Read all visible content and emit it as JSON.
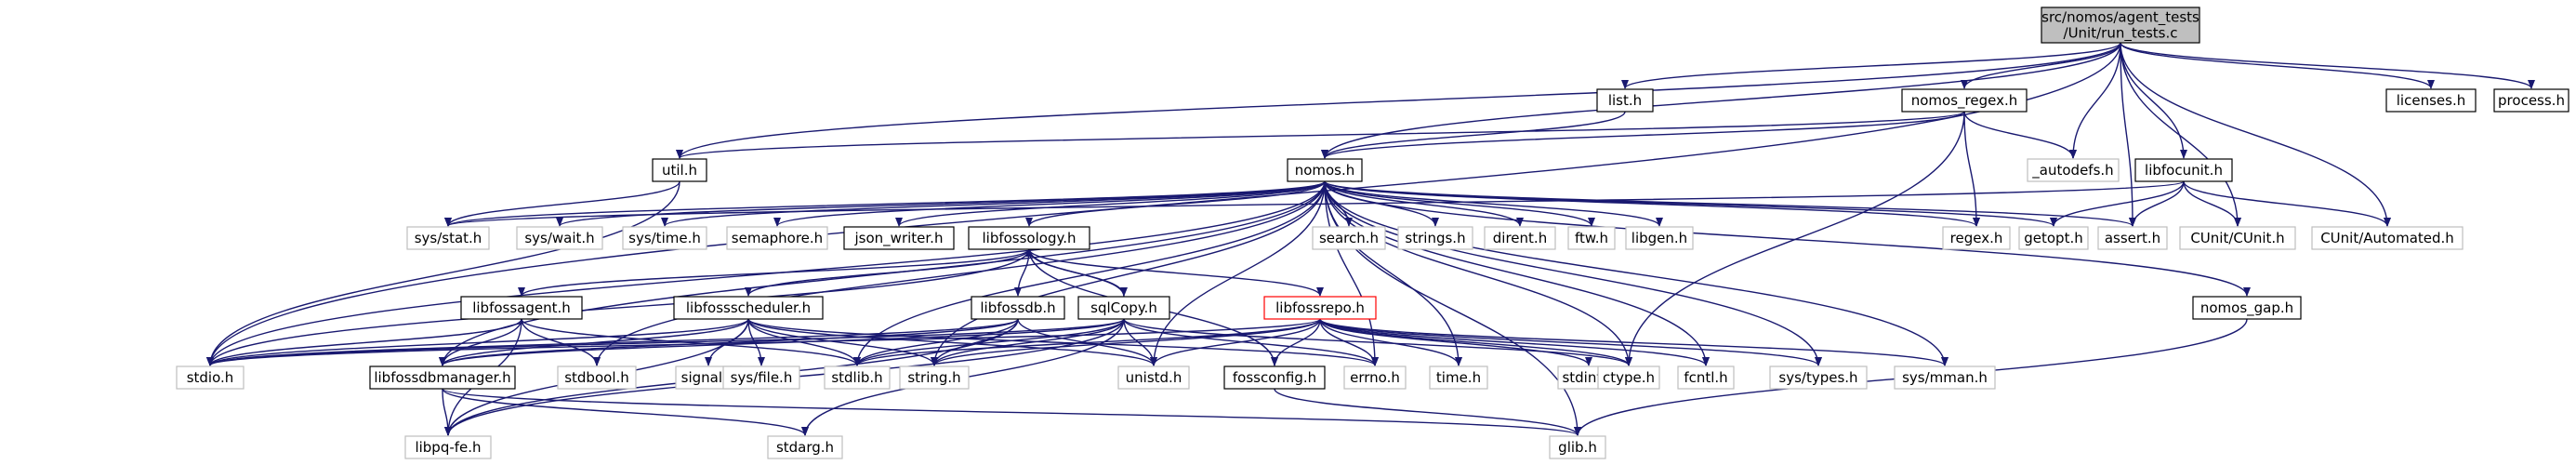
{
  "colors": {
    "edge": "#191970",
    "root_fill": "#bfbfbf",
    "root_border": "#000000",
    "node_border": "#000000",
    "external_border": "#bfbfbf",
    "highlight_border": "#ff0000",
    "background": "#ffffff"
  },
  "nodes": [
    {
      "id": "root",
      "label": "src/nomos/agent_tests\n/Unit/run_tests.c",
      "kind": "root"
    },
    {
      "id": "licenses",
      "label": "licenses.h",
      "kind": "local"
    },
    {
      "id": "process",
      "label": "process.h",
      "kind": "local"
    },
    {
      "id": "list",
      "label": "list.h",
      "kind": "local"
    },
    {
      "id": "nomos_regex",
      "label": "nomos_regex.h",
      "kind": "local"
    },
    {
      "id": "autodefs",
      "label": "_autodefs.h",
      "kind": "external"
    },
    {
      "id": "util",
      "label": "util.h",
      "kind": "local"
    },
    {
      "id": "nomos",
      "label": "nomos.h",
      "kind": "local"
    },
    {
      "id": "libfocunit",
      "label": "libfocunit.h",
      "kind": "local"
    },
    {
      "id": "sys_stat",
      "label": "sys/stat.h",
      "kind": "external"
    },
    {
      "id": "sys_wait",
      "label": "sys/wait.h",
      "kind": "external"
    },
    {
      "id": "sys_time",
      "label": "sys/time.h",
      "kind": "external"
    },
    {
      "id": "semaphore",
      "label": "semaphore.h",
      "kind": "external"
    },
    {
      "id": "json_writer",
      "label": "json_writer.h",
      "kind": "local"
    },
    {
      "id": "libfossology",
      "label": "libfossology.h",
      "kind": "local"
    },
    {
      "id": "search",
      "label": "search.h",
      "kind": "external"
    },
    {
      "id": "strings",
      "label": "strings.h",
      "kind": "external"
    },
    {
      "id": "dirent",
      "label": "dirent.h",
      "kind": "external"
    },
    {
      "id": "ftw",
      "label": "ftw.h",
      "kind": "external"
    },
    {
      "id": "libgen",
      "label": "libgen.h",
      "kind": "external"
    },
    {
      "id": "regex",
      "label": "regex.h",
      "kind": "external"
    },
    {
      "id": "getopt",
      "label": "getopt.h",
      "kind": "external"
    },
    {
      "id": "assert",
      "label": "assert.h",
      "kind": "external"
    },
    {
      "id": "cunit",
      "label": "CUnit/CUnit.h",
      "kind": "external"
    },
    {
      "id": "cunit_auto",
      "label": "CUnit/Automated.h",
      "kind": "external"
    },
    {
      "id": "libfossagent",
      "label": "libfossagent.h",
      "kind": "local"
    },
    {
      "id": "libfossscheduler",
      "label": "libfossscheduler.h",
      "kind": "local"
    },
    {
      "id": "libfossdb",
      "label": "libfossdb.h",
      "kind": "local"
    },
    {
      "id": "sqlcopy",
      "label": "sqlCopy.h",
      "kind": "local"
    },
    {
      "id": "libfossrepo",
      "label": "libfossrepo.h",
      "kind": "highlight"
    },
    {
      "id": "nomos_gap",
      "label": "nomos_gap.h",
      "kind": "local"
    },
    {
      "id": "stdio",
      "label": "stdio.h",
      "kind": "external"
    },
    {
      "id": "libfossdbmanager",
      "label": "libfossdbmanager.h",
      "kind": "local"
    },
    {
      "id": "stdbool",
      "label": "stdbool.h",
      "kind": "external"
    },
    {
      "id": "signal",
      "label": "signal.h",
      "kind": "external"
    },
    {
      "id": "sys_file",
      "label": "sys/file.h",
      "kind": "external"
    },
    {
      "id": "stdlib",
      "label": "stdlib.h",
      "kind": "external"
    },
    {
      "id": "string",
      "label": "string.h",
      "kind": "external"
    },
    {
      "id": "unistd",
      "label": "unistd.h",
      "kind": "external"
    },
    {
      "id": "fossconfig",
      "label": "fossconfig.h",
      "kind": "local"
    },
    {
      "id": "errno",
      "label": "errno.h",
      "kind": "external"
    },
    {
      "id": "time",
      "label": "time.h",
      "kind": "external"
    },
    {
      "id": "stdint",
      "label": "stdint.h",
      "kind": "external"
    },
    {
      "id": "ctype",
      "label": "ctype.h",
      "kind": "external"
    },
    {
      "id": "fcntl",
      "label": "fcntl.h",
      "kind": "external"
    },
    {
      "id": "sys_types",
      "label": "sys/types.h",
      "kind": "external"
    },
    {
      "id": "sys_mman",
      "label": "sys/mman.h",
      "kind": "external"
    },
    {
      "id": "libpq",
      "label": "libpq-fe.h",
      "kind": "external"
    },
    {
      "id": "stdarg",
      "label": "stdarg.h",
      "kind": "external"
    },
    {
      "id": "glib",
      "label": "glib.h",
      "kind": "external"
    }
  ],
  "edges": [
    [
      "root",
      "stdio"
    ],
    [
      "root",
      "list"
    ],
    [
      "root",
      "util"
    ],
    [
      "root",
      "nomos"
    ],
    [
      "root",
      "nomos_regex"
    ],
    [
      "root",
      "autodefs"
    ],
    [
      "root",
      "libfocunit"
    ],
    [
      "root",
      "assert"
    ],
    [
      "root",
      "cunit"
    ],
    [
      "root",
      "cunit_auto"
    ],
    [
      "root",
      "licenses"
    ],
    [
      "root",
      "process"
    ],
    [
      "list",
      "nomos"
    ],
    [
      "nomos_regex",
      "util"
    ],
    [
      "nomos_regex",
      "nomos"
    ],
    [
      "nomos_regex",
      "autodefs"
    ],
    [
      "nomos_regex",
      "regex"
    ],
    [
      "nomos_regex",
      "ctype"
    ],
    [
      "util",
      "sys_stat"
    ],
    [
      "util",
      "stdio"
    ],
    [
      "nomos",
      "stdio"
    ],
    [
      "nomos",
      "sys_stat"
    ],
    [
      "nomos",
      "sys_wait"
    ],
    [
      "nomos",
      "sys_time"
    ],
    [
      "nomos",
      "semaphore"
    ],
    [
      "nomos",
      "json_writer"
    ],
    [
      "nomos",
      "libfossology"
    ],
    [
      "nomos",
      "search"
    ],
    [
      "nomos",
      "strings"
    ],
    [
      "nomos",
      "dirent"
    ],
    [
      "nomos",
      "ftw"
    ],
    [
      "nomos",
      "libgen"
    ],
    [
      "nomos",
      "regex"
    ],
    [
      "nomos",
      "getopt"
    ],
    [
      "nomos",
      "assert"
    ],
    [
      "nomos",
      "nomos_gap"
    ],
    [
      "nomos",
      "stdlib"
    ],
    [
      "nomos",
      "string"
    ],
    [
      "nomos",
      "unistd"
    ],
    [
      "nomos",
      "errno"
    ],
    [
      "nomos",
      "time"
    ],
    [
      "nomos",
      "ctype"
    ],
    [
      "nomos",
      "fcntl"
    ],
    [
      "nomos",
      "sys_types"
    ],
    [
      "nomos",
      "sys_mman"
    ],
    [
      "nomos",
      "glib"
    ],
    [
      "nomos",
      "stdbool"
    ],
    [
      "nomos",
      "libfossdbmanager"
    ],
    [
      "libfocunit",
      "sys_stat"
    ],
    [
      "libfocunit",
      "getopt"
    ],
    [
      "libfocunit",
      "assert"
    ],
    [
      "libfocunit",
      "cunit"
    ],
    [
      "libfocunit",
      "cunit_auto"
    ],
    [
      "libfossology",
      "stdio"
    ],
    [
      "libfossology",
      "libfossagent"
    ],
    [
      "libfossology",
      "libfossscheduler"
    ],
    [
      "libfossology",
      "libfossdb"
    ],
    [
      "libfossology",
      "sqlcopy"
    ],
    [
      "libfossology",
      "libfossrepo"
    ],
    [
      "libfossology",
      "fossconfig"
    ],
    [
      "libfossagent",
      "stdio"
    ],
    [
      "libfossagent",
      "libfossdbmanager"
    ],
    [
      "libfossagent",
      "stdbool"
    ],
    [
      "libfossagent",
      "libpq"
    ],
    [
      "libfossagent",
      "stdlib"
    ],
    [
      "libfossscheduler",
      "stdio"
    ],
    [
      "libfossscheduler",
      "libfossdbmanager"
    ],
    [
      "libfossscheduler",
      "signal"
    ],
    [
      "libfossscheduler",
      "sys_file"
    ],
    [
      "libfossscheduler",
      "stdlib"
    ],
    [
      "libfossscheduler",
      "string"
    ],
    [
      "libfossscheduler",
      "unistd"
    ],
    [
      "libfossscheduler",
      "errno"
    ],
    [
      "libfossscheduler",
      "libpq"
    ],
    [
      "libfossdb",
      "stdio"
    ],
    [
      "libfossdb",
      "stdlib"
    ],
    [
      "libfossdb",
      "string"
    ],
    [
      "libfossdb",
      "unistd"
    ],
    [
      "libfossdb",
      "libpq"
    ],
    [
      "libfossdb",
      "libfossdbmanager"
    ],
    [
      "sqlcopy",
      "libfossology"
    ],
    [
      "sqlcopy",
      "stdio"
    ],
    [
      "sqlcopy",
      "stdlib"
    ],
    [
      "sqlcopy",
      "string"
    ],
    [
      "sqlcopy",
      "unistd"
    ],
    [
      "sqlcopy",
      "errno"
    ],
    [
      "sqlcopy",
      "ctype"
    ],
    [
      "sqlcopy",
      "libpq"
    ],
    [
      "sqlcopy",
      "stdarg"
    ],
    [
      "sqlcopy",
      "libfossdbmanager"
    ],
    [
      "libfossrepo",
      "stdio"
    ],
    [
      "libfossrepo",
      "stdlib"
    ],
    [
      "libfossrepo",
      "string"
    ],
    [
      "libfossrepo",
      "unistd"
    ],
    [
      "libfossrepo",
      "fossconfig"
    ],
    [
      "libfossrepo",
      "errno"
    ],
    [
      "libfossrepo",
      "time"
    ],
    [
      "libfossrepo",
      "stdint"
    ],
    [
      "libfossrepo",
      "ctype"
    ],
    [
      "libfossrepo",
      "fcntl"
    ],
    [
      "libfossrepo",
      "sys_types"
    ],
    [
      "libfossrepo",
      "sys_mman"
    ],
    [
      "libfossdbmanager",
      "libpq"
    ],
    [
      "libfossdbmanager",
      "stdarg"
    ],
    [
      "libfossdbmanager",
      "glib"
    ],
    [
      "fossconfig",
      "glib"
    ],
    [
      "nomos_gap",
      "glib"
    ]
  ]
}
